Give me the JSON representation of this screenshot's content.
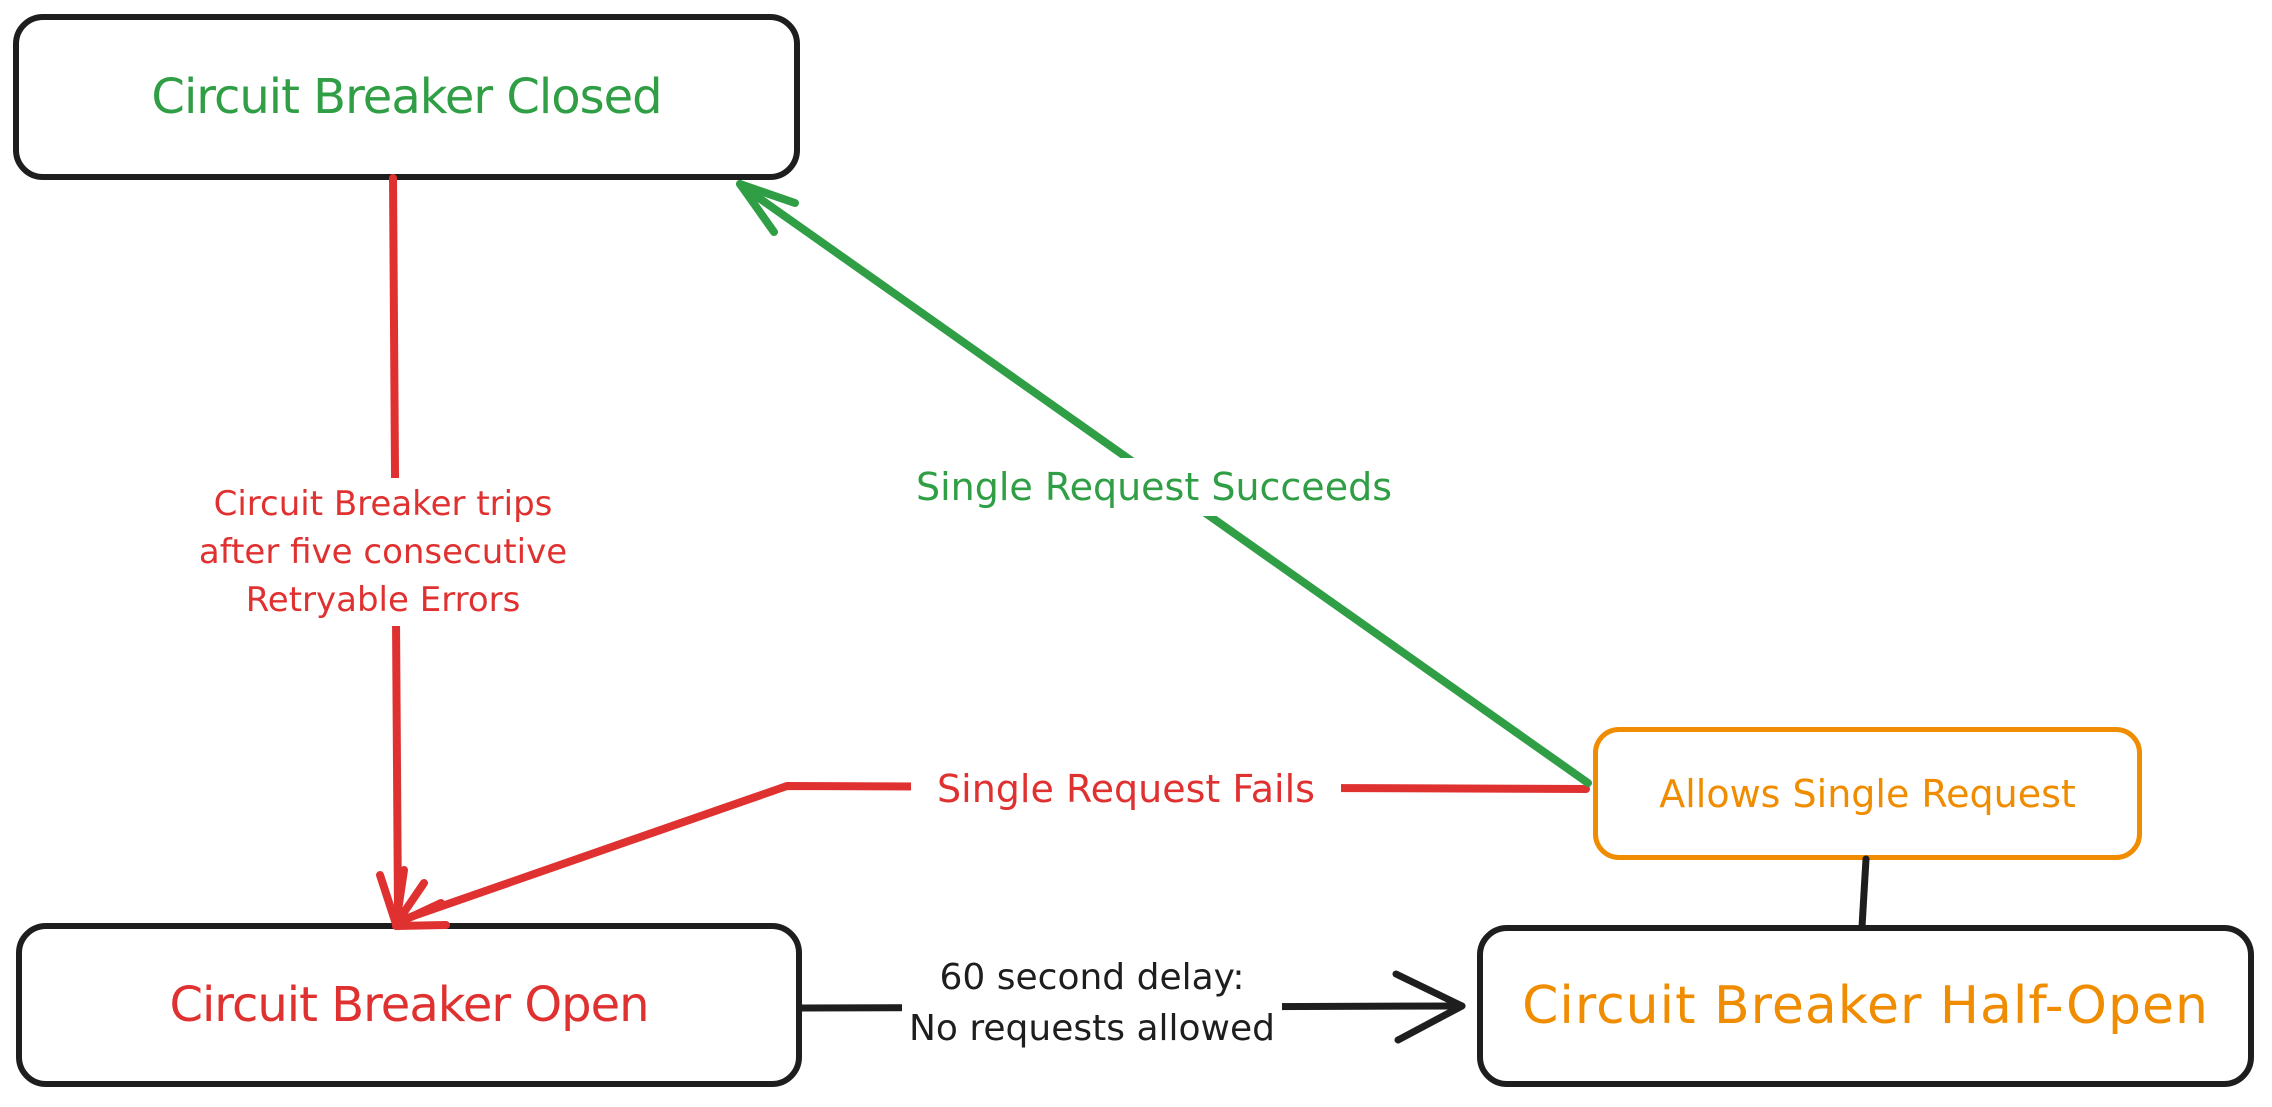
{
  "diagram": {
    "type": "state-diagram",
    "subject": "circuit-breaker",
    "nodes": {
      "closed": {
        "label": "Circuit Breaker Closed",
        "text_color": "#2f9e44",
        "border_color": "#1e1e1e"
      },
      "open": {
        "label": "Circuit Breaker Open",
        "text_color": "#e03131",
        "border_color": "#1e1e1e"
      },
      "half_open": {
        "label": "Circuit Breaker Half-Open",
        "text_color": "#f08c00",
        "border_color": "#1e1e1e"
      },
      "allows": {
        "label": "Allows Single Request",
        "text_color": "#f08c00",
        "border_color": "#f08c00"
      }
    },
    "edges": {
      "trips": {
        "from": "closed",
        "to": "open",
        "color": "#e03131",
        "label_lines": [
          "Circuit Breaker trips",
          "after five consecutive",
          "Retryable Errors"
        ]
      },
      "succeeds": {
        "from": "allows",
        "to": "closed",
        "color": "#2f9e44",
        "label": "Single Request Succeeds"
      },
      "fails": {
        "from": "allows",
        "to": "open",
        "color": "#e03131",
        "label": "Single Request Fails"
      },
      "delay": {
        "from": "open",
        "to": "half_open",
        "color": "#1e1e1e",
        "label_lines": [
          "60 second delay:",
          "No requests allowed"
        ]
      },
      "probe_link": {
        "from": "allows",
        "to": "half_open",
        "color": "#1e1e1e",
        "label": ""
      }
    },
    "colors": {
      "green": "#2f9e44",
      "red": "#e03131",
      "orange": "#f08c00",
      "ink": "#1e1e1e",
      "background": "#ffffff"
    }
  }
}
